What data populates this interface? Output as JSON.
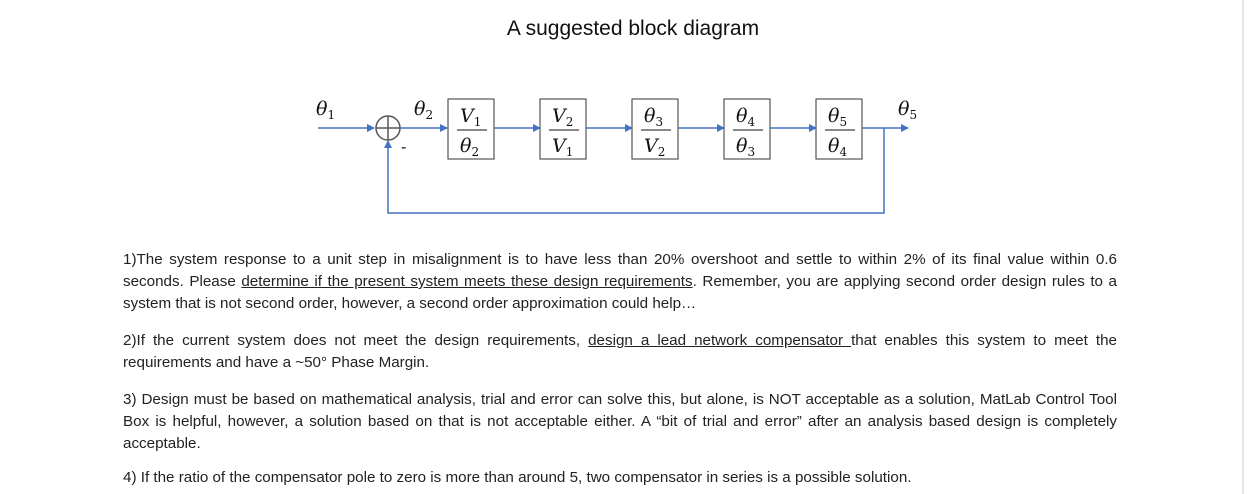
{
  "title": "A suggested block diagram",
  "diagram": {
    "input_label": {
      "sym": "θ",
      "sub": "1"
    },
    "error_label": {
      "sym": "θ",
      "sub": "2"
    },
    "output_label": {
      "sym": "θ",
      "sub": "5"
    },
    "minus_sign": "-",
    "blocks": [
      {
        "num": {
          "sym": "V",
          "sub": "1"
        },
        "den": {
          "sym": "θ",
          "sub": "2"
        }
      },
      {
        "num": {
          "sym": "V",
          "sub": "2"
        },
        "den": {
          "sym": "V",
          "sub": "1"
        }
      },
      {
        "num": {
          "sym": "θ",
          "sub": "3"
        },
        "den": {
          "sym": "V",
          "sub": "2"
        }
      },
      {
        "num": {
          "sym": "θ",
          "sub": "4"
        },
        "den": {
          "sym": "θ",
          "sub": "3"
        }
      },
      {
        "num": {
          "sym": "θ",
          "sub": "5"
        },
        "den": {
          "sym": "θ",
          "sub": "4"
        }
      }
    ],
    "colors": {
      "line": "#4472c4",
      "box": "#555555"
    }
  },
  "paragraphs": {
    "p1": {
      "a": "1)The system response to a unit step in misalignment is to have less than 20% overshoot and settle to within 2% of its final value within 0.6 seconds.  Please ",
      "u": "determine if the present system meets these design requirements",
      "b": ".  Remember,  you are applying second order design rules to a system that is not second order, however, a second order approximation could help…"
    },
    "p2": {
      "a": "2)If the current system does not meet the design requirements, ",
      "u": "design a lead network compensator ",
      "b": "that enables this system to meet the requirements and have a ~50° Phase Margin."
    },
    "p3": "3) Design must be based on mathematical analysis, trial and error can solve this, but alone, is NOT acceptable as a solution, MatLab Control Tool Box is helpful, however, a solution based on that is not acceptable either.  A “bit of trial and error” after an analysis based design is completely acceptable.",
    "p4": "4) If the ratio of  the compensator pole to zero is more than around 5, two compensator in series is a possible solution."
  }
}
